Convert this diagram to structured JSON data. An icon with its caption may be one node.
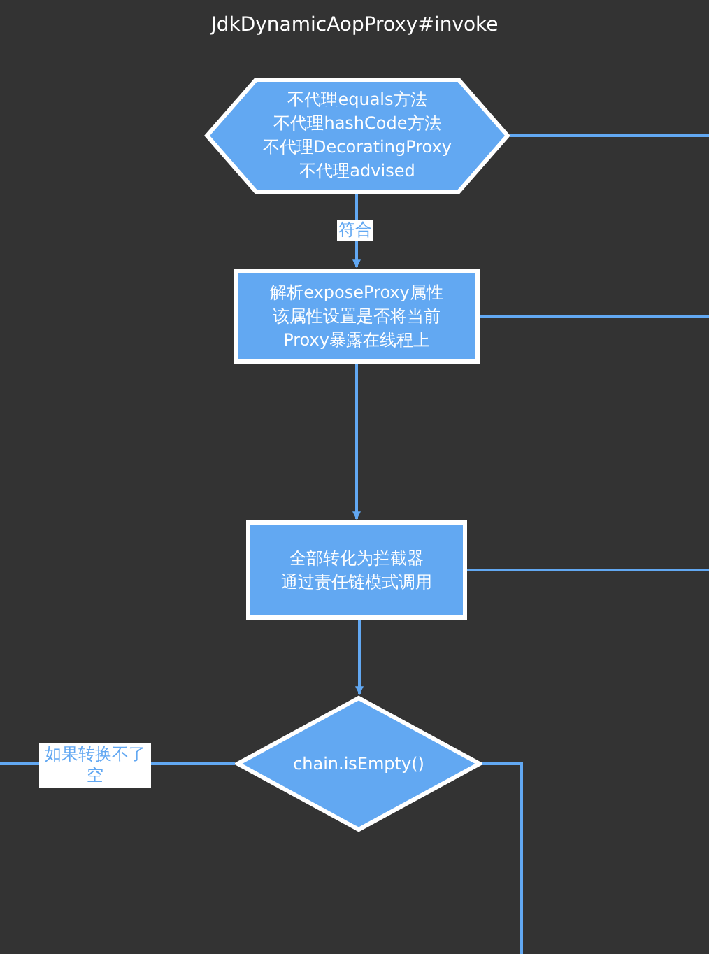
{
  "diagram": {
    "title": "JdkDynamicAopProxy#invoke",
    "nodes": [
      {
        "text": [
          "不代理equals方法",
          "不代理hashCode方法",
          "不代理DecoratingProxy",
          "不代理advised"
        ]
      },
      {
        "text": [
          "解析exposeProxy属性",
          "该属性设置是否将当前Proxy暴露在线程上"
        ]
      },
      {
        "text": [
          "全部转化为拦截器",
          "通过责任链模式调用"
        ]
      },
      {
        "text": [
          "chain.isEmpty()"
        ]
      }
    ],
    "edges": [
      {
        "from": 0,
        "to": 1,
        "arrow": "to",
        "label": "符合"
      },
      {
        "from": 1,
        "to": 2,
        "arrow": "to"
      },
      {
        "from": 2,
        "to": 3,
        "arrow": "to"
      },
      {
        "from": 0,
        "to": null,
        "arrow": "none"
      },
      {
        "from": 1,
        "to": null,
        "arrow": "none"
      },
      {
        "from": 2,
        "to": null,
        "arrow": "none"
      },
      {
        "from": 3,
        "to": null,
        "arrow": "none",
        "label": "如果转换不了空"
      },
      {
        "from": 3,
        "to": null,
        "arrow": "none"
      }
    ]
  }
}
